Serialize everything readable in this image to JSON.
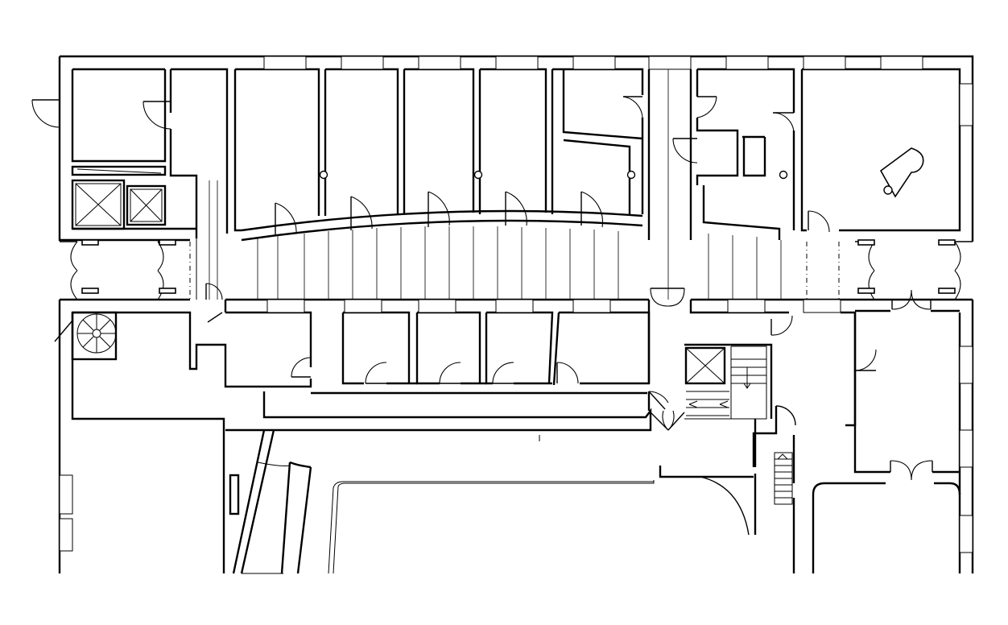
{
  "drawing": {
    "type": "architectural floor plan",
    "line_color": "#000000",
    "background_color": "#ffffff",
    "symbols": [
      "elevator",
      "spiral-stair",
      "straight-stair",
      "grand-piano",
      "door-swing",
      "window"
    ]
  }
}
